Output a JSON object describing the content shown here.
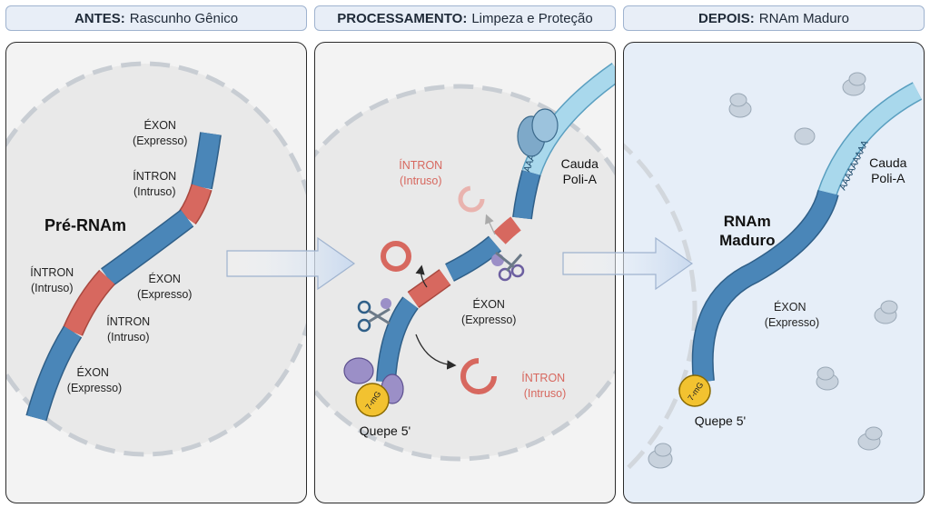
{
  "headers": [
    {
      "bold": "ANTES:",
      "text": "Rascunho Gênico"
    },
    {
      "bold": "PROCESSAMENTO:",
      "text": "Limpeza e Proteção"
    },
    {
      "bold": "DEPOIS:",
      "text": "RNAm Maduro"
    }
  ],
  "antes": {
    "title": "Pré-RNAm",
    "exon_top": [
      "ÉXON",
      "(Expresso)"
    ],
    "intron_1": [
      "ÍNTRON",
      "(Intruso)"
    ],
    "intron_2": [
      "ÍNTRON",
      "(Intruso)"
    ],
    "exon_mid": [
      "ÉXON",
      "(Expresso)"
    ],
    "intron_3": [
      "ÍNTRON",
      "(Intruso)"
    ],
    "exon_bottom": [
      "ÉXON",
      "(Expresso)"
    ]
  },
  "processamento": {
    "intron_top": [
      "ÍNTRON",
      "(Intruso)"
    ],
    "tail": [
      "Cauda",
      "Poli-A"
    ],
    "exon": [
      "ÉXON",
      "(Expresso)"
    ],
    "intron_bottom": [
      "ÍNTRON",
      "(Intruso)"
    ],
    "cap_text": "7-mG",
    "cap_label": "Quepe 5'",
    "poly_a": "AAAAAAAAA"
  },
  "depois": {
    "title": [
      "RNAm",
      "Maduro"
    ],
    "tail": [
      "Cauda",
      "Poli-A"
    ],
    "exon": [
      "ÉXON",
      "(Expresso)"
    ],
    "cap_text": "7-mG",
    "cap_label": "Quepe 5'",
    "poly_a": "AAAAAAAAA"
  },
  "colors": {
    "exon": "#4a86b8",
    "intron": "#d7685f",
    "intron_text": "#d7685f",
    "cap": "#f2c230",
    "polya": "#a9d8ec",
    "nucleus": "#eeeeee",
    "cytoplasm": "#e5edf8"
  }
}
